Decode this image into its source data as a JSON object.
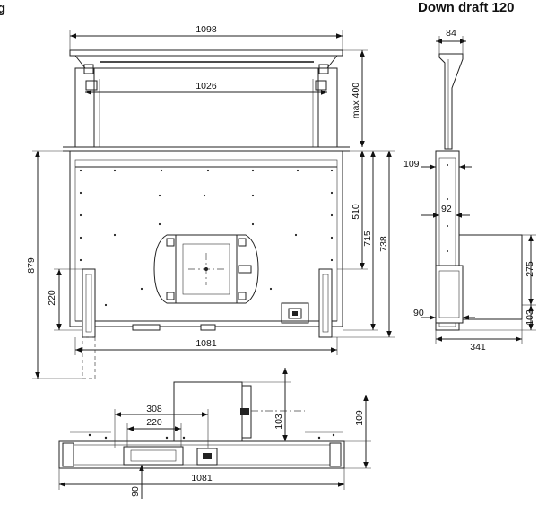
{
  "title": "Down draft 120",
  "corner_mark": "g",
  "front_view": {
    "top_width": "1098",
    "inner_width": "1026",
    "max_height": "max 400",
    "total_height": "879",
    "h_510": "510",
    "h_715": "715",
    "h_738": "738",
    "h_220": "220",
    "bottom_width": "1081"
  },
  "side_view": {
    "top_width": "84",
    "d_109": "109",
    "d_92": "92",
    "d_90": "90",
    "h_275": "275",
    "h_103": "103",
    "depth": "341"
  },
  "bottom_view": {
    "w_308": "308",
    "w_220": "220",
    "h_103": "103",
    "h_109": "109",
    "width": "1081",
    "offset_90": "90"
  }
}
